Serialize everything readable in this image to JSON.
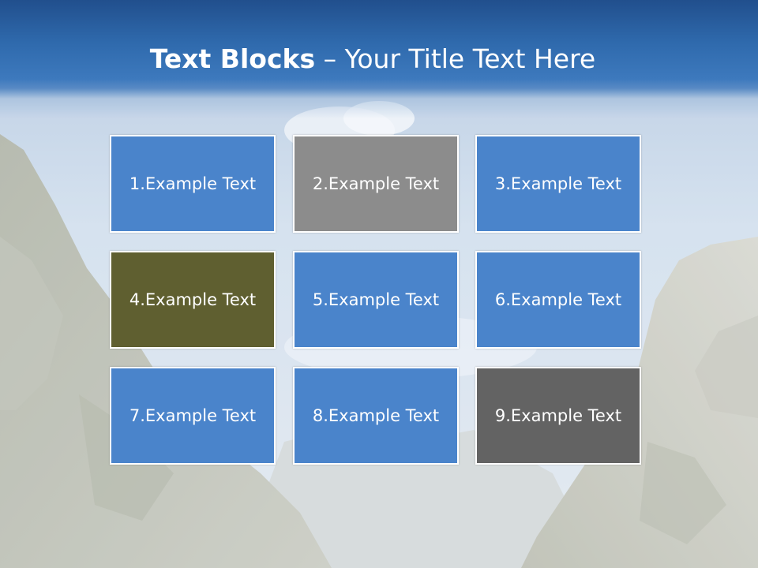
{
  "slide": {
    "title_bold": "Text Blocks",
    "title_dash": " – ",
    "title_rest": "Your Title Text Here"
  },
  "blocks": [
    {
      "label": "1.Example Text",
      "color": "#4a84cb"
    },
    {
      "label": "2.Example Text",
      "color": "#8c8c8c"
    },
    {
      "label": "3.Example Text",
      "color": "#4a84cb"
    },
    {
      "label": "4.Example Text",
      "color": "#5f5f30"
    },
    {
      "label": "5.Example Text",
      "color": "#4a84cb"
    },
    {
      "label": "6.Example Text",
      "color": "#4a84cb"
    },
    {
      "label": "7.Example Text",
      "color": "#4a84cb"
    },
    {
      "label": "8.Example Text",
      "color": "#4a84cb"
    },
    {
      "label": "9.Example Text",
      "color": "#636363"
    }
  ]
}
